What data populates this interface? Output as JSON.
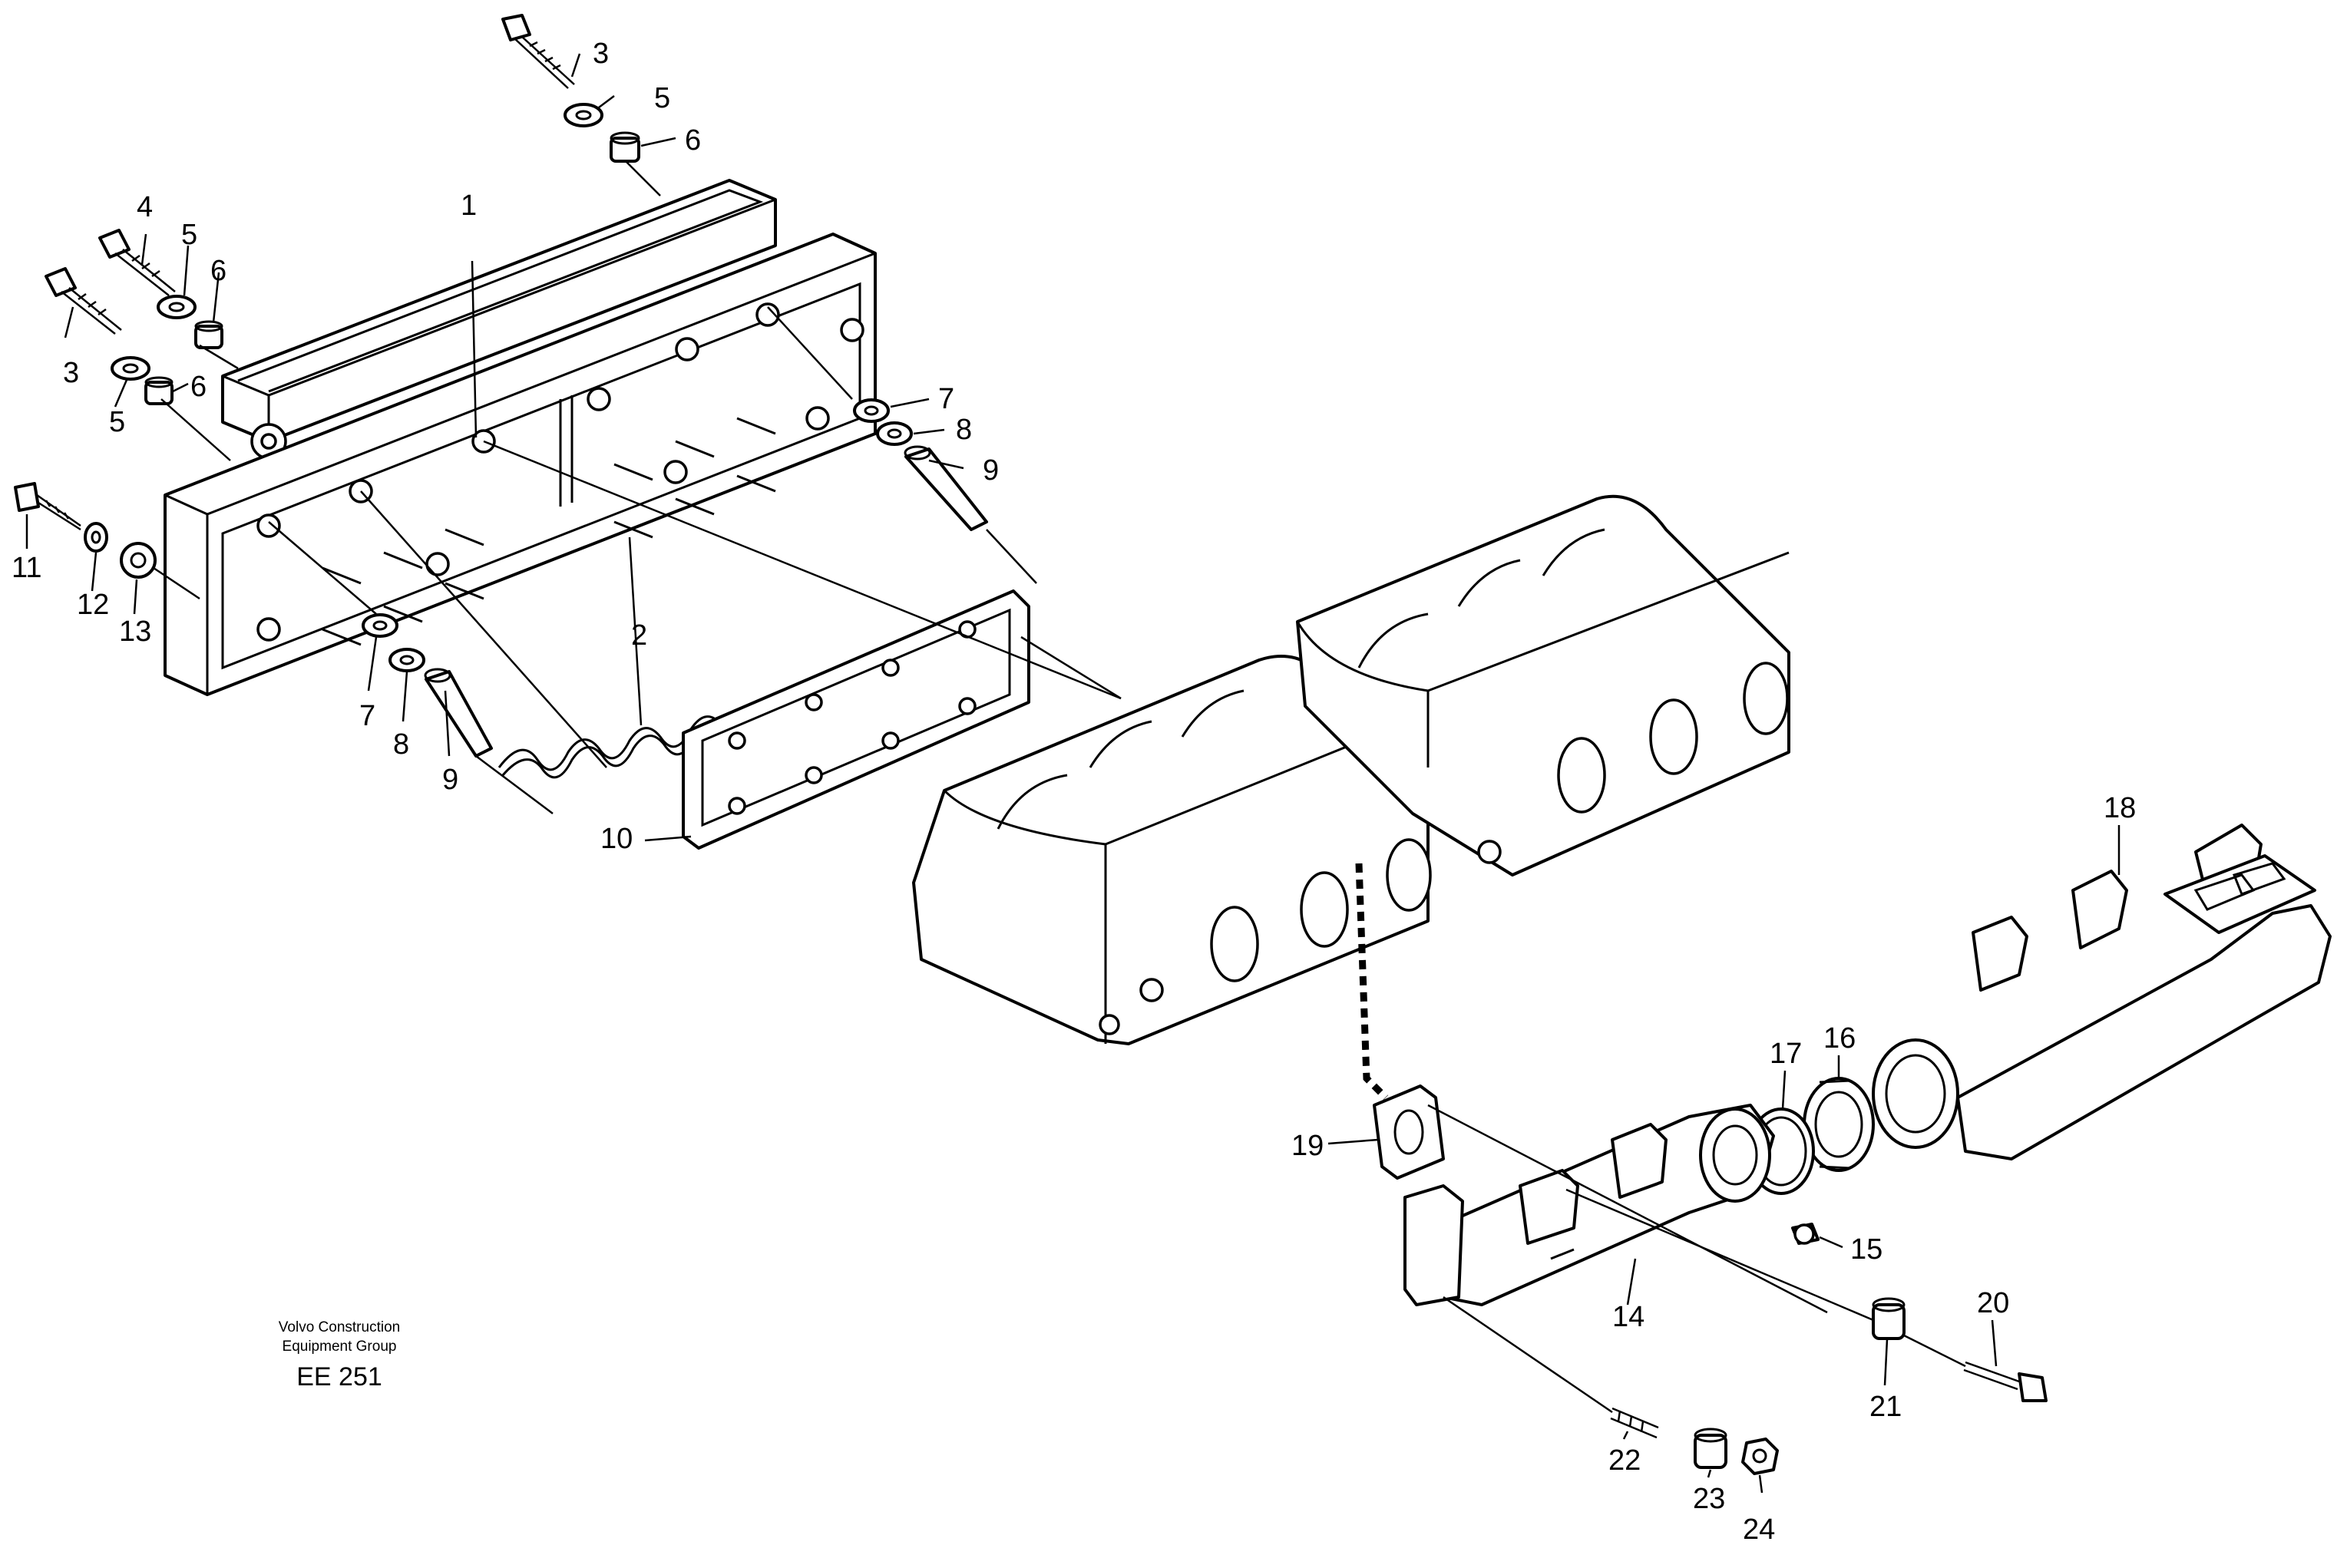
{
  "credit": {
    "line1": "Volvo Construction",
    "line2": "Equipment Group",
    "code": "EE 251"
  },
  "callouts": {
    "c1": "1",
    "c2": "2",
    "c3a": "3",
    "c3b": "3",
    "c4": "4",
    "c5a": "5",
    "c5b": "5",
    "c5c": "5",
    "c6a": "6",
    "c6b": "6",
    "c6c": "6",
    "c7a": "7",
    "c7b": "7",
    "c8a": "8",
    "c8b": "8",
    "c9a": "9",
    "c9b": "9",
    "c10": "10",
    "c11": "11",
    "c12": "12",
    "c13": "13",
    "c14": "14",
    "c15": "15",
    "c16": "16",
    "c17": "17",
    "c18": "18",
    "c19": "19",
    "c20": "20",
    "c21": "21",
    "c22": "22",
    "c23": "23",
    "c24": "24"
  }
}
